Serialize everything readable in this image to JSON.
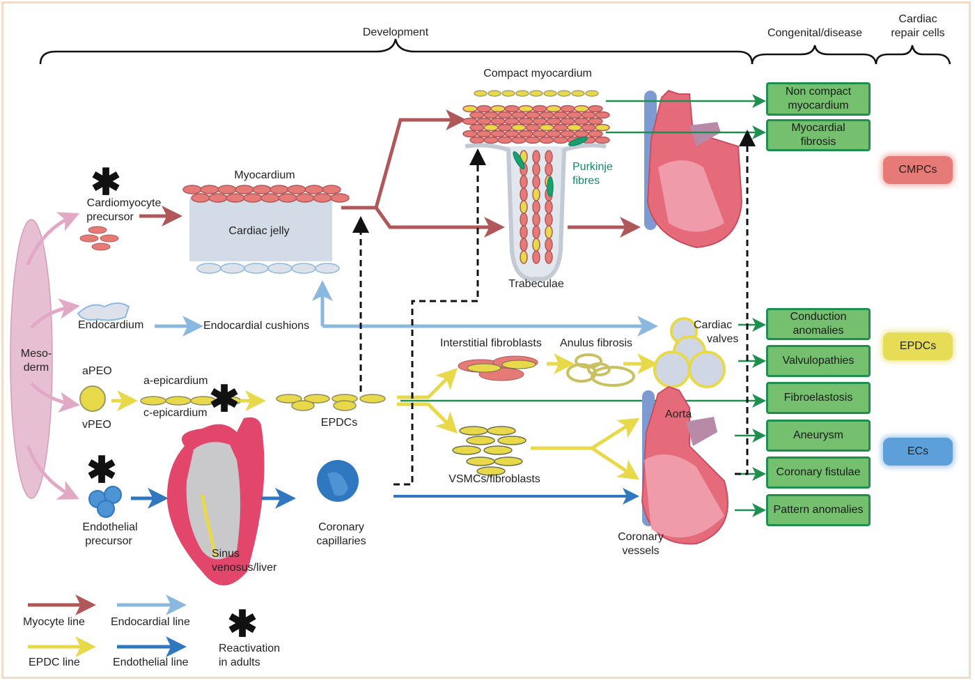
{
  "headers": {
    "development": "Development",
    "congenital": "Congenital/disease",
    "repair_line1": "Cardiac",
    "repair_line2": "repair cells"
  },
  "colors": {
    "myocyte": "#b0575a",
    "endocardial": "#8ab8df",
    "epdc": "#e8d94a",
    "endothelial": "#2f78bf",
    "disease_box": "#74c06e",
    "disease_border": "#1e8f4e",
    "cmpc": "#e57a76",
    "epdc_repair": "#e6dc55",
    "ec": "#5d9fd8",
    "mesoderm": "#e7bfd3",
    "purkinje": "#0f8a6e"
  },
  "mesoderm": {
    "line1": "Meso-",
    "line2": "derm"
  },
  "development": {
    "cardiomyocyte_precursor": [
      "Cardiomyocyte",
      "precursor"
    ],
    "myocardium": "Myocardium",
    "cardiac_jelly": "Cardiac jelly",
    "compact_myocardium": "Compact myocardium",
    "purkinje": [
      "Purkinje",
      "fibres"
    ],
    "trabeculae": "Trabeculae",
    "endocardium": "Endocardium",
    "endocardial_cushions": "Endocardial cushions",
    "cardiac_valves": [
      "Cardiac",
      "valves"
    ],
    "interstitial_fibroblasts": "Interstitial fibroblasts",
    "anulus_fibrosis": "Anulus fibrosis",
    "apeo": "aPEO",
    "vpeo": "vPEO",
    "a_epicardium": "a-epicardium",
    "c_epicardium": "c-epicardium",
    "epdcs": "EPDCs",
    "vsmcs": "VSMCs/fibroblasts",
    "aorta": "Aorta",
    "endothelial_precursor": [
      "Endothelial",
      "precursor"
    ],
    "sinus_venosus": [
      "Sinus",
      "venosus/liver"
    ],
    "coronary_capillaries": [
      "Coronary",
      "capillaries"
    ],
    "coronary_vessels": [
      "Coronary",
      "vessels"
    ]
  },
  "diseases": [
    [
      "Non compact",
      "myocardium"
    ],
    [
      "Myocardial",
      "fibrosis"
    ],
    [
      "Conduction",
      "anomalies"
    ],
    [
      "Valvulopathies"
    ],
    [
      "Fibroelastosis"
    ],
    [
      "Aneurysm"
    ],
    [
      "Coronary fistulae"
    ],
    [
      "Pattern anomalies"
    ]
  ],
  "repair_cells": [
    "CMPCs",
    "EPDCs",
    "ECs"
  ],
  "legend": {
    "myocyte": "Myocyte line",
    "endocardial": "Endocardial line",
    "epdc": "EPDC line",
    "endothelial": "Endothelial line",
    "reactivation": [
      "Reactivation",
      "in adults"
    ],
    "star": "✱"
  }
}
